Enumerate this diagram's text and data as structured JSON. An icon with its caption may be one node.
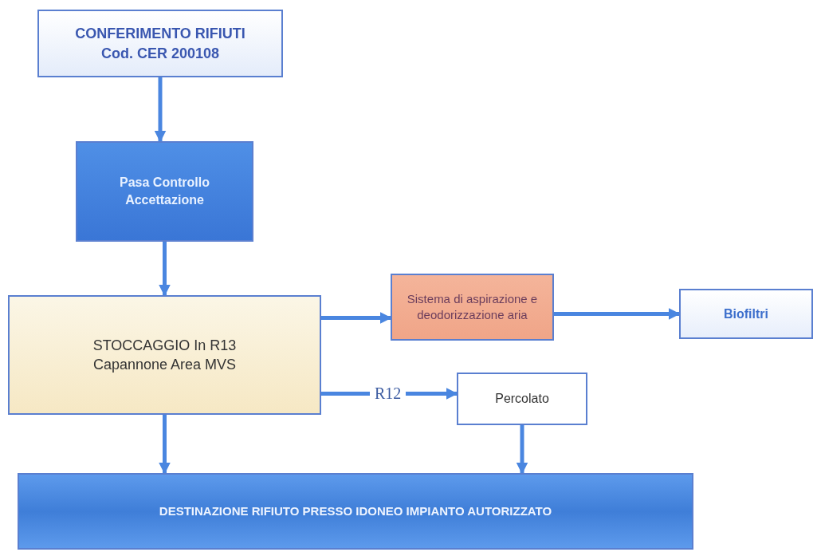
{
  "diagram": {
    "nodes": [
      {
        "text": [
          "CONFERIMENTO RIFIUTI Cod. CER 200108"
        ]
      },
      {
        "text": [
          "Pasa Controllo Accettazione"
        ]
      },
      {
        "text": [
          "STOCCAGGIO In R13 Capannone Area MVS"
        ]
      },
      {
        "text": [
          "Sistema di aspirazione e deodorizzazione aria"
        ]
      },
      {
        "text": [
          "Biofiltri"
        ]
      },
      {
        "text": [
          "Percolato"
        ]
      },
      {
        "text": [
          "DESTINAZIONE RIFIUTO PRESSO IDONEO IMPIANTO AUTORIZZATO"
        ]
      }
    ],
    "edges": [
      {
        "from": 0,
        "to": 1,
        "arrow": "to"
      },
      {
        "from": 1,
        "to": 2,
        "arrow": "to"
      },
      {
        "from": 2,
        "to": 3,
        "arrow": "to"
      },
      {
        "from": 3,
        "to": 4,
        "arrow": "to"
      },
      {
        "from": 2,
        "to": 5,
        "arrow": "to",
        "label": "R12"
      },
      {
        "from": 2,
        "to": 6,
        "arrow": "to"
      },
      {
        "from": 5,
        "to": 6,
        "arrow": "to"
      }
    ]
  }
}
